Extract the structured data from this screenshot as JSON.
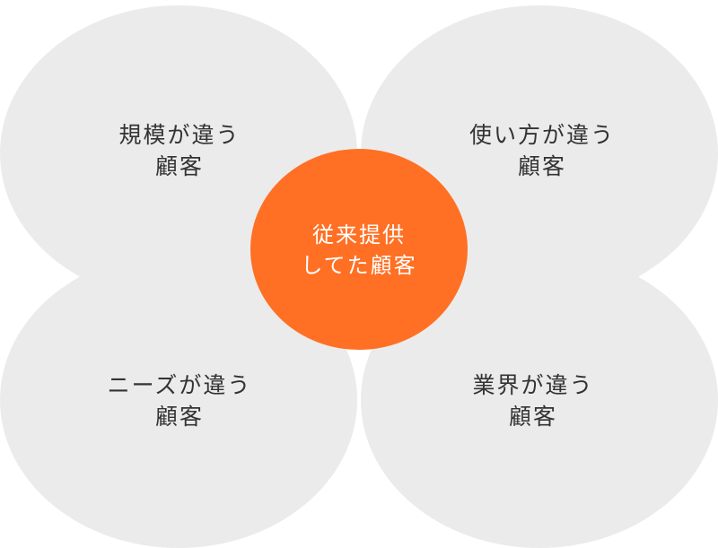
{
  "diagram": {
    "center": {
      "line1": "従来提供",
      "line2": "してた顧客"
    },
    "petals": [
      {
        "id": "top-left",
        "line1": "規模が違う",
        "line2": "顧客"
      },
      {
        "id": "top-right",
        "line1": "使い方が違う",
        "line2": "顧客"
      },
      {
        "id": "bottom-left",
        "line1": "ニーズが違う",
        "line2": "顧客"
      },
      {
        "id": "bottom-right",
        "line1": "業界が違う",
        "line2": "顧客"
      }
    ],
    "colors": {
      "petal": "#ebebeb",
      "center": "#ff7024",
      "petal_text": "#333333",
      "center_text": "#ffffff"
    }
  }
}
